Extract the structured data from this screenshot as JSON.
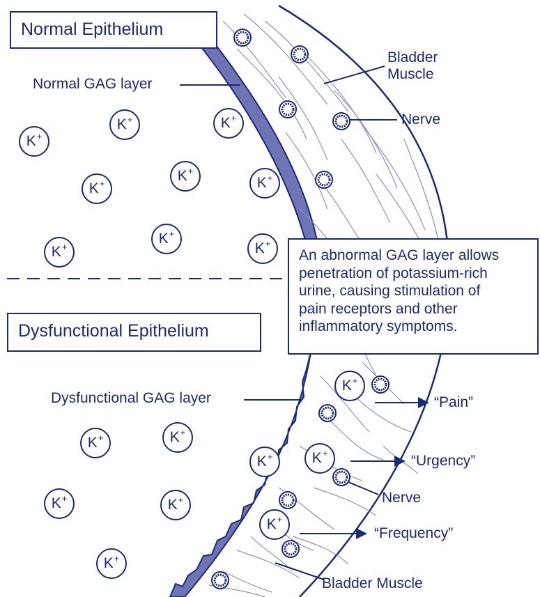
{
  "colors": {
    "ink": "#1a2a7a",
    "gag_fill": "#6f74b4",
    "background": "#ffffff"
  },
  "icons": {
    "nerve": "nerve-cell-icon",
    "potassium": "potassium-ion-icon"
  },
  "sections": {
    "normal_title": "Normal Epithelium",
    "dysfunctional_title": "Dysfunctional Epithelium"
  },
  "labels": {
    "normal_gag": "Normal GAG layer",
    "dysfunctional_gag": "Dysfunctional GAG layer",
    "bladder_muscle_top_line1": "Bladder",
    "bladder_muscle_top_line2": "Muscle",
    "nerve_top": "Nerve",
    "nerve_bottom": "Nerve",
    "bladder_muscle_bottom": "Bladder Muscle",
    "pain": "“Pain”",
    "urgency": "“Urgency”",
    "frequency": "“Frequency”"
  },
  "callout": {
    "line1": "An abnormal GAG layer allows",
    "line2": "penetration of potassium-rich",
    "line3": "urine, causing stimulation of",
    "line4": "pain receptors and other",
    "line5": "inflammatory symptoms."
  },
  "ion": {
    "symbol": "K",
    "charge": "+"
  }
}
